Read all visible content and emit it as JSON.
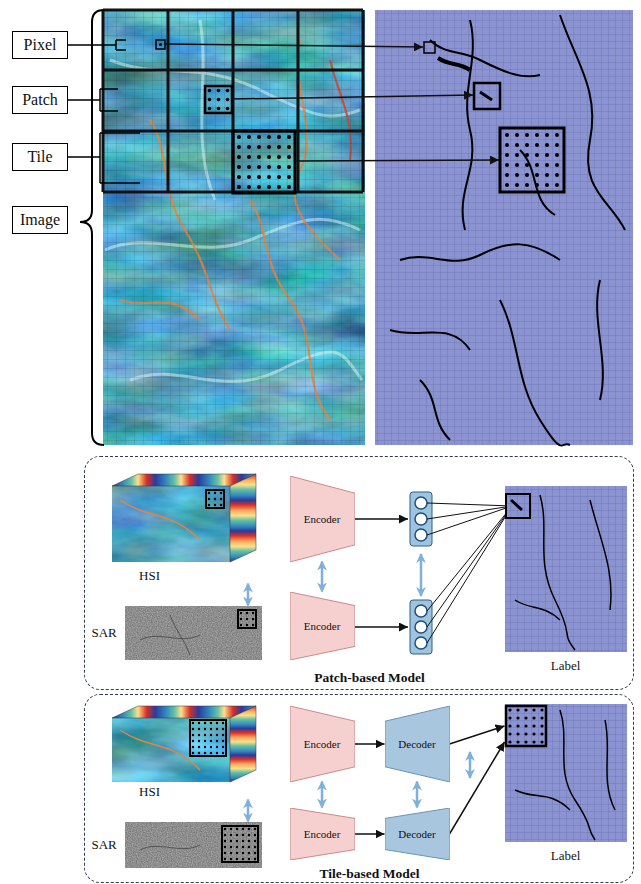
{
  "diagram": {
    "nodes": [
      {
        "text": [
          "Pixel"
        ]
      },
      {
        "text": [
          "Patch"
        ]
      },
      {
        "text": [
          "Tile"
        ]
      },
      {
        "text": [
          "Image"
        ]
      },
      {
        "text": [
          "Patch-based Model"
        ]
      },
      {
        "text": [
          "HSI"
        ],
        "in": 4
      },
      {
        "text": [
          "Encoder"
        ],
        "in": 4
      },
      {
        "text": [
          "SAR"
        ],
        "in": 4
      },
      {
        "text": [
          "Encoder"
        ],
        "in": 4
      },
      {
        "text": [
          "Label"
        ],
        "in": 4
      },
      {
        "text": [
          "Tile-based Model"
        ]
      },
      {
        "text": [
          "HSI"
        ],
        "in": 10
      },
      {
        "text": [
          "Encoder"
        ],
        "in": 10
      },
      {
        "text": [
          "Decoder"
        ],
        "in": 10
      },
      {
        "text": [
          "SAR"
        ],
        "in": 10
      },
      {
        "text": [
          "Encoder"
        ],
        "in": 10
      },
      {
        "text": [
          "Decoder"
        ],
        "in": 10
      },
      {
        "text": [
          "Label"
        ],
        "in": 10
      }
    ],
    "edges": [
      {
        "from": 5,
        "to": 7,
        "arrow": "both"
      },
      {
        "from": 6,
        "to": 8,
        "arrow": "both"
      },
      {
        "from": 11,
        "to": 14,
        "arrow": "both"
      },
      {
        "from": 12,
        "to": 15,
        "arrow": "both"
      },
      {
        "from": 13,
        "to": 16,
        "arrow": "both"
      },
      {
        "from": 12,
        "to": 13,
        "arrow": "to"
      },
      {
        "from": 15,
        "to": 16,
        "arrow": "to"
      },
      {
        "from": 13,
        "to": 17,
        "arrow": "to"
      },
      {
        "from": 16,
        "to": 17,
        "arrow": "to"
      }
    ]
  }
}
